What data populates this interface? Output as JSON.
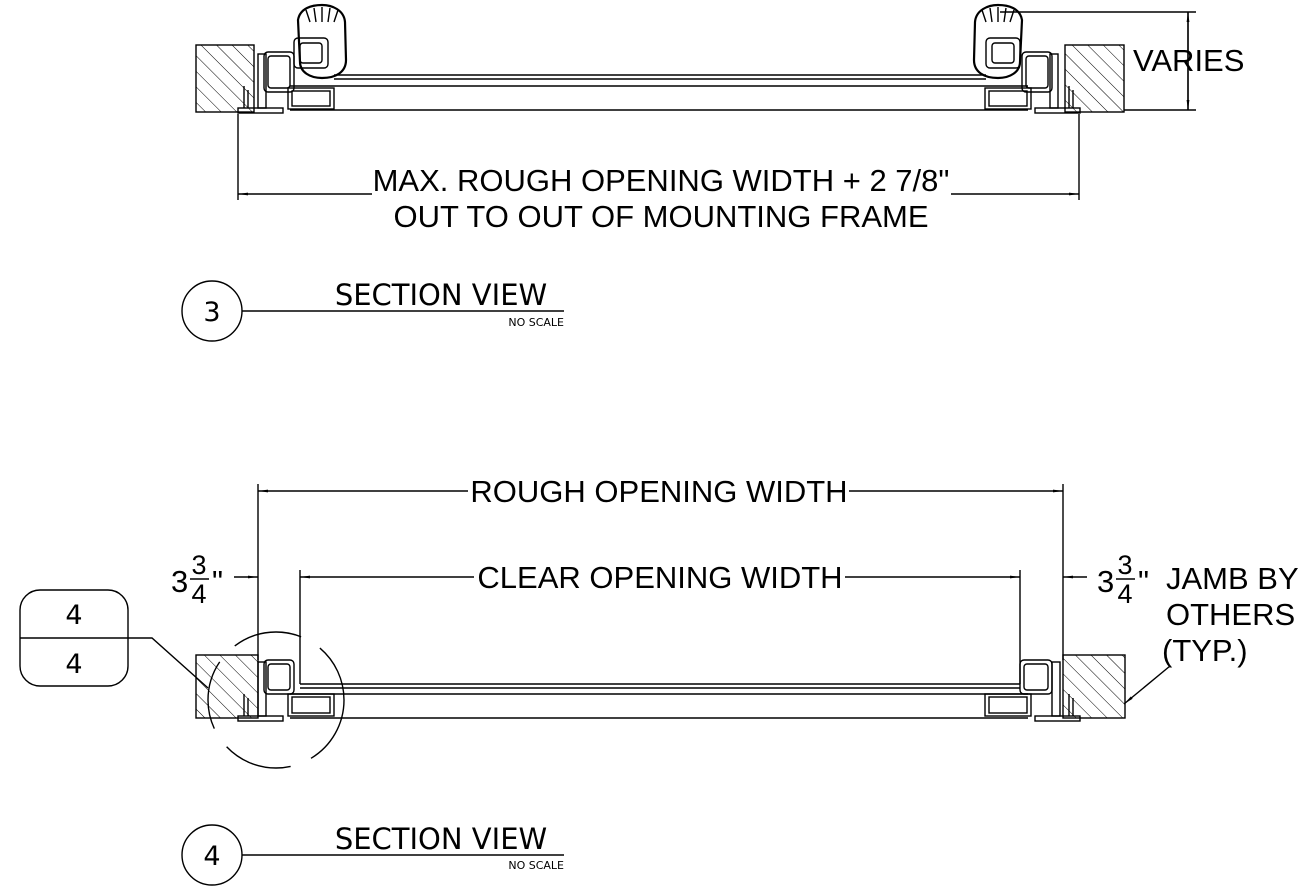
{
  "section_top": {
    "dimension_line1": "MAX. ROUGH OPENING WIDTH + 2 7/8\"",
    "dimension_line2": "OUT TO OUT OF MOUNTING FRAME",
    "varies_label": "VARIES",
    "bubble_number": "3",
    "title": "SECTION VIEW",
    "scale_note": "NO SCALE"
  },
  "section_bottom": {
    "rough_opening_label": "ROUGH OPENING WIDTH",
    "clear_opening_label": "CLEAR OPENING WIDTH",
    "offset_whole": "3",
    "offset_num": "3",
    "offset_den": "4",
    "inch_mark": "\"",
    "jamb_note_line1": "JAMB BY",
    "jamb_note_line2": "OTHERS",
    "jamb_note_line3": "(TYP.)",
    "detail_tag_top": "4",
    "detail_tag_bottom": "4",
    "bubble_number": "4",
    "title": "SECTION VIEW",
    "scale_note": "NO SCALE"
  },
  "colors": {
    "ink": "#000000",
    "paper": "#ffffff"
  }
}
